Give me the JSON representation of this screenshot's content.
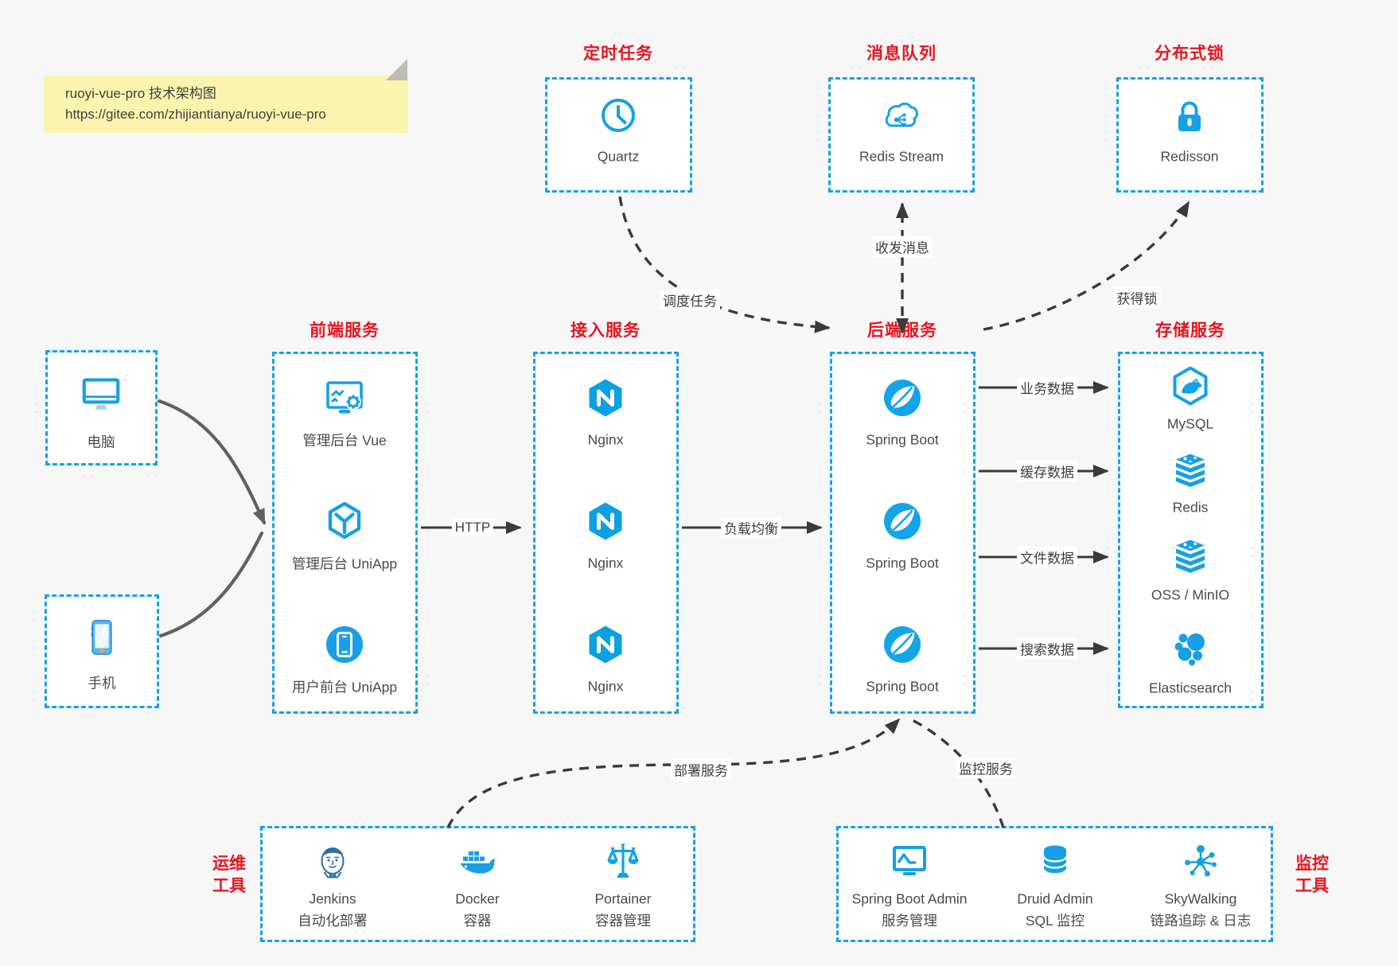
{
  "colors": {
    "accent_blue": "#16a0e6",
    "title_red": "#e8141c",
    "note_bg": "#FAF4AE",
    "arrow_dark": "#3a3a3a"
  },
  "note": {
    "line1": "ruoyi-vue-pro 技术架构图",
    "line2": "https://gitee.com/zhijiantianya/ruoyi-vue-pro"
  },
  "groups": {
    "scheduled": {
      "title": "定时任务",
      "items": [
        {
          "label": "Quartz",
          "icon": "clock-icon"
        }
      ]
    },
    "mq": {
      "title": "消息队列",
      "items": [
        {
          "label": "Redis Stream",
          "icon": "message-cloud-icon"
        }
      ]
    },
    "lock": {
      "title": "分布式锁",
      "items": [
        {
          "label": "Redisson",
          "icon": "lock-icon"
        }
      ]
    },
    "frontend": {
      "title": "前端服务",
      "items": [
        {
          "label": "管理后台 Vue",
          "icon": "admin-vue-icon"
        },
        {
          "label": "管理后台 UniApp",
          "icon": "uniapp-cube-icon"
        },
        {
          "label": "用户前台 UniApp",
          "icon": "uniapp-phone-icon"
        }
      ]
    },
    "gateway": {
      "title": "接入服务",
      "items": [
        {
          "label": "Nginx",
          "icon": "nginx-icon"
        },
        {
          "label": "Nginx",
          "icon": "nginx-icon"
        },
        {
          "label": "Nginx",
          "icon": "nginx-icon"
        }
      ]
    },
    "backend": {
      "title": "后端服务",
      "items": [
        {
          "label": "Spring Boot",
          "icon": "spring-boot-icon"
        },
        {
          "label": "Spring Boot",
          "icon": "spring-boot-icon"
        },
        {
          "label": "Spring Boot",
          "icon": "spring-boot-icon"
        }
      ]
    },
    "storage": {
      "title": "存储服务",
      "items": [
        {
          "label": "MySQL",
          "icon": "mysql-icon"
        },
        {
          "label": "Redis",
          "icon": "redis-icon"
        },
        {
          "label": "OSS / MinIO",
          "icon": "oss-minio-icon"
        },
        {
          "label": "Elasticsearch",
          "icon": "elasticsearch-icon"
        }
      ]
    },
    "devices": {
      "items": [
        {
          "label": "电脑",
          "icon": "desktop-icon"
        },
        {
          "label": "手机",
          "icon": "smartphone-icon"
        }
      ]
    },
    "ops": {
      "side": [
        "运维",
        "工具"
      ],
      "items": [
        {
          "label": "Jenkins",
          "sub": "自动化部署",
          "icon": "jenkins-icon"
        },
        {
          "label": "Docker",
          "sub": "容器",
          "icon": "docker-icon"
        },
        {
          "label": "Portainer",
          "sub": "容器管理",
          "icon": "portainer-icon"
        }
      ]
    },
    "monitoring": {
      "side": [
        "监控",
        "工具"
      ],
      "items": [
        {
          "label": "Spring Boot Admin",
          "sub": "服务管理",
          "icon": "spring-boot-admin-icon"
        },
        {
          "label": "Druid Admin",
          "sub": "SQL 监控",
          "icon": "druid-icon"
        },
        {
          "label": "SkyWalking",
          "sub": "链路追踪 & 日志",
          "icon": "skywalking-icon"
        }
      ]
    }
  },
  "edges": {
    "schedule": "调度任务",
    "message": "收发消息",
    "get_lock": "获得锁",
    "http": "HTTP",
    "load_balance": "负载均衡",
    "biz_data": "业务数据",
    "cache_data": "缓存数据",
    "file_data": "文件数据",
    "search_data": "搜索数据",
    "deploy": "部署服务",
    "monitor": "监控服务"
  }
}
